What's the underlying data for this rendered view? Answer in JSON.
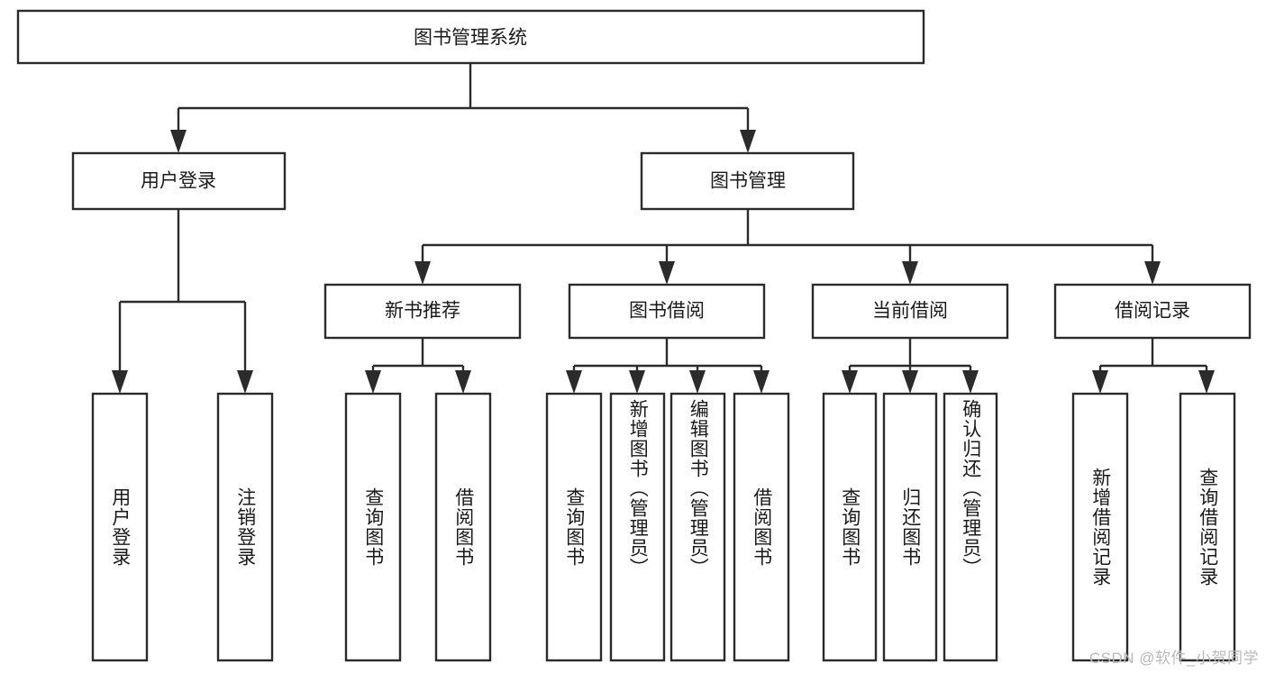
{
  "diagram": {
    "type": "hierarchy-tree",
    "title": "图书管理系统",
    "watermark": "CSDN @软件_小贺同学",
    "colors": {
      "stroke": "#2b2b2b",
      "box_fill": "#ffffff",
      "text": "#1a1a1a",
      "background": "#ffffff",
      "watermark": "#b9b9b9"
    },
    "root": {
      "label": "图书管理系统"
    },
    "level2": [
      {
        "id": "user-login",
        "label": "用户登录"
      },
      {
        "id": "book-management",
        "label": "图书管理"
      }
    ],
    "level3": [
      {
        "id": "new-book-recommend",
        "label": "新书推荐"
      },
      {
        "id": "book-borrow",
        "label": "图书借阅"
      },
      {
        "id": "current-borrow",
        "label": "当前借阅"
      },
      {
        "id": "borrow-record",
        "label": "借阅记录"
      }
    ],
    "leaves": {
      "user-login": [
        {
          "id": "leaf-user-login",
          "label": "用户登录"
        },
        {
          "id": "leaf-logout-login",
          "label": "注销登录"
        }
      ],
      "new-book-recommend": [
        {
          "id": "leaf-query-book-1",
          "label": "查询图书"
        },
        {
          "id": "leaf-borrow-book-1",
          "label": "借阅图书"
        }
      ],
      "book-borrow": [
        {
          "id": "leaf-query-book-2",
          "label": "查询图书"
        },
        {
          "id": "leaf-add-book",
          "label": "新增图书（管理员）"
        },
        {
          "id": "leaf-edit-book",
          "label": "编辑图书（管理员）"
        },
        {
          "id": "leaf-borrow-book-2",
          "label": "借阅图书"
        }
      ],
      "current-borrow": [
        {
          "id": "leaf-query-book-3",
          "label": "查询图书"
        },
        {
          "id": "leaf-return-book",
          "label": "归还图书"
        },
        {
          "id": "leaf-confirm-return",
          "label": "确认归还（管理员）"
        }
      ],
      "borrow-record": [
        {
          "id": "leaf-add-record",
          "label": "新增借阅记录"
        },
        {
          "id": "leaf-query-record",
          "label": "查询借阅记录"
        }
      ]
    }
  }
}
